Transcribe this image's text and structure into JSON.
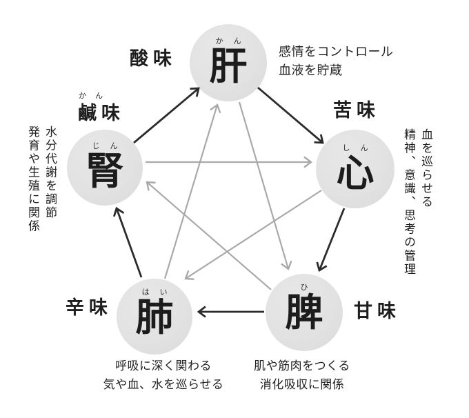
{
  "colors": {
    "background": "#ffffff",
    "circle_fill": "#e2e2e2",
    "text": "#1f1f1f",
    "generating_arrow": "#2b2b2b",
    "controlling_arrow": "#a9a9a9"
  },
  "organs": {
    "liver": {
      "kanji": "肝",
      "furigana": "かん",
      "taste": "酸味",
      "desc1": "感情をコントロール",
      "desc2": "血液を貯蔵"
    },
    "heart": {
      "kanji": "心",
      "furigana": "しん",
      "taste": "苦味",
      "desc1": "血を巡らせる",
      "desc2": "精神、意識、思考の管理"
    },
    "spleen": {
      "kanji": "脾",
      "furigana": "ひ",
      "taste": "甘味",
      "desc1": "肌や筋肉をつくる",
      "desc2": "消化吸収に関係"
    },
    "lung": {
      "kanji": "肺",
      "furigana": "はい",
      "taste": "辛味",
      "desc1": "呼吸に深く関わる",
      "desc2": "気や血、水を巡らせる"
    },
    "kidney": {
      "kanji": "腎",
      "furigana": "じん",
      "taste": "鹹味",
      "taste_furigana": "かん",
      "desc1": "水分代謝を調節",
      "desc2": "発育や生殖に関係"
    }
  },
  "cycles": {
    "generating": [
      "腎→肝",
      "肝→心",
      "心→脾",
      "脾→肺",
      "肺→腎"
    ],
    "controlling": [
      "腎→心",
      "肝→脾",
      "心→肺",
      "脾→腎",
      "肺→肝"
    ]
  }
}
